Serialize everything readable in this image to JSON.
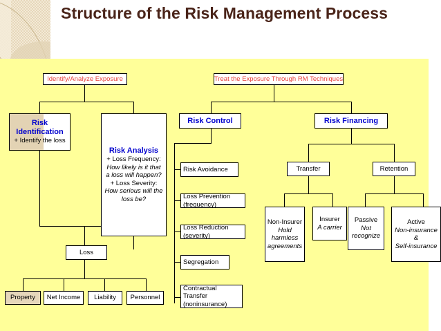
{
  "slide": {
    "title": "Structure of the Risk Management Process",
    "colors": {
      "canvas": "#ffff99",
      "title_text": "#4a2419",
      "node_title": "#0000cd",
      "header_label": "#e8413c",
      "node_fill": "#ffffff",
      "node_border": "#000000",
      "highlight_fill": "#e6d7bb"
    }
  },
  "diagram": {
    "type": "tree",
    "headers": {
      "left": "Identify/Analyze Exposure",
      "right": "Treat the Exposure Through RM Techniques"
    },
    "risk_identification": {
      "title_line1": "Risk",
      "title_line2": "Identification",
      "detail": "+ Identify the loss"
    },
    "risk_analysis": {
      "title": "Risk Analysis",
      "l1": "+ Loss Frequency:",
      "l2": "How likely is it that",
      "l3": "a loss will happen?",
      "l4": "+ Loss Severity:",
      "l5": "How serious will the",
      "l6": "loss be?"
    },
    "loss": {
      "title": "Loss",
      "children": [
        "Property",
        "Net Income",
        "Liability",
        "Personnel"
      ]
    },
    "risk_control": {
      "title": "Risk Control",
      "items": [
        {
          "l1": "Risk Avoidance",
          "l2": ""
        },
        {
          "l1": "Loss Prevention (frequency)",
          "l2": ""
        },
        {
          "l1": "Loss Reduction (severity)",
          "l2": ""
        },
        {
          "l1": "Segregation",
          "l2": ""
        },
        {
          "l1": "Contractual Transfer",
          "l2": "(noninsurance)"
        }
      ]
    },
    "risk_financing": {
      "title": "Risk Financing",
      "transfer": {
        "title": "Transfer",
        "children": [
          {
            "head": "Non-Insurer",
            "l1": "Hold",
            "l2": "harmless",
            "l3": "agreements"
          },
          {
            "head": "Insurer",
            "l1": "A carrier",
            "l2": "",
            "l3": ""
          }
        ]
      },
      "retention": {
        "title": "Retention",
        "children": [
          {
            "head": "Passive",
            "l1": "Not",
            "l2": "recognize",
            "l3": ""
          },
          {
            "head": "Active",
            "l1": "Non-insurance",
            "l2": "&",
            "l3": "Self-insurance"
          }
        ]
      }
    }
  }
}
